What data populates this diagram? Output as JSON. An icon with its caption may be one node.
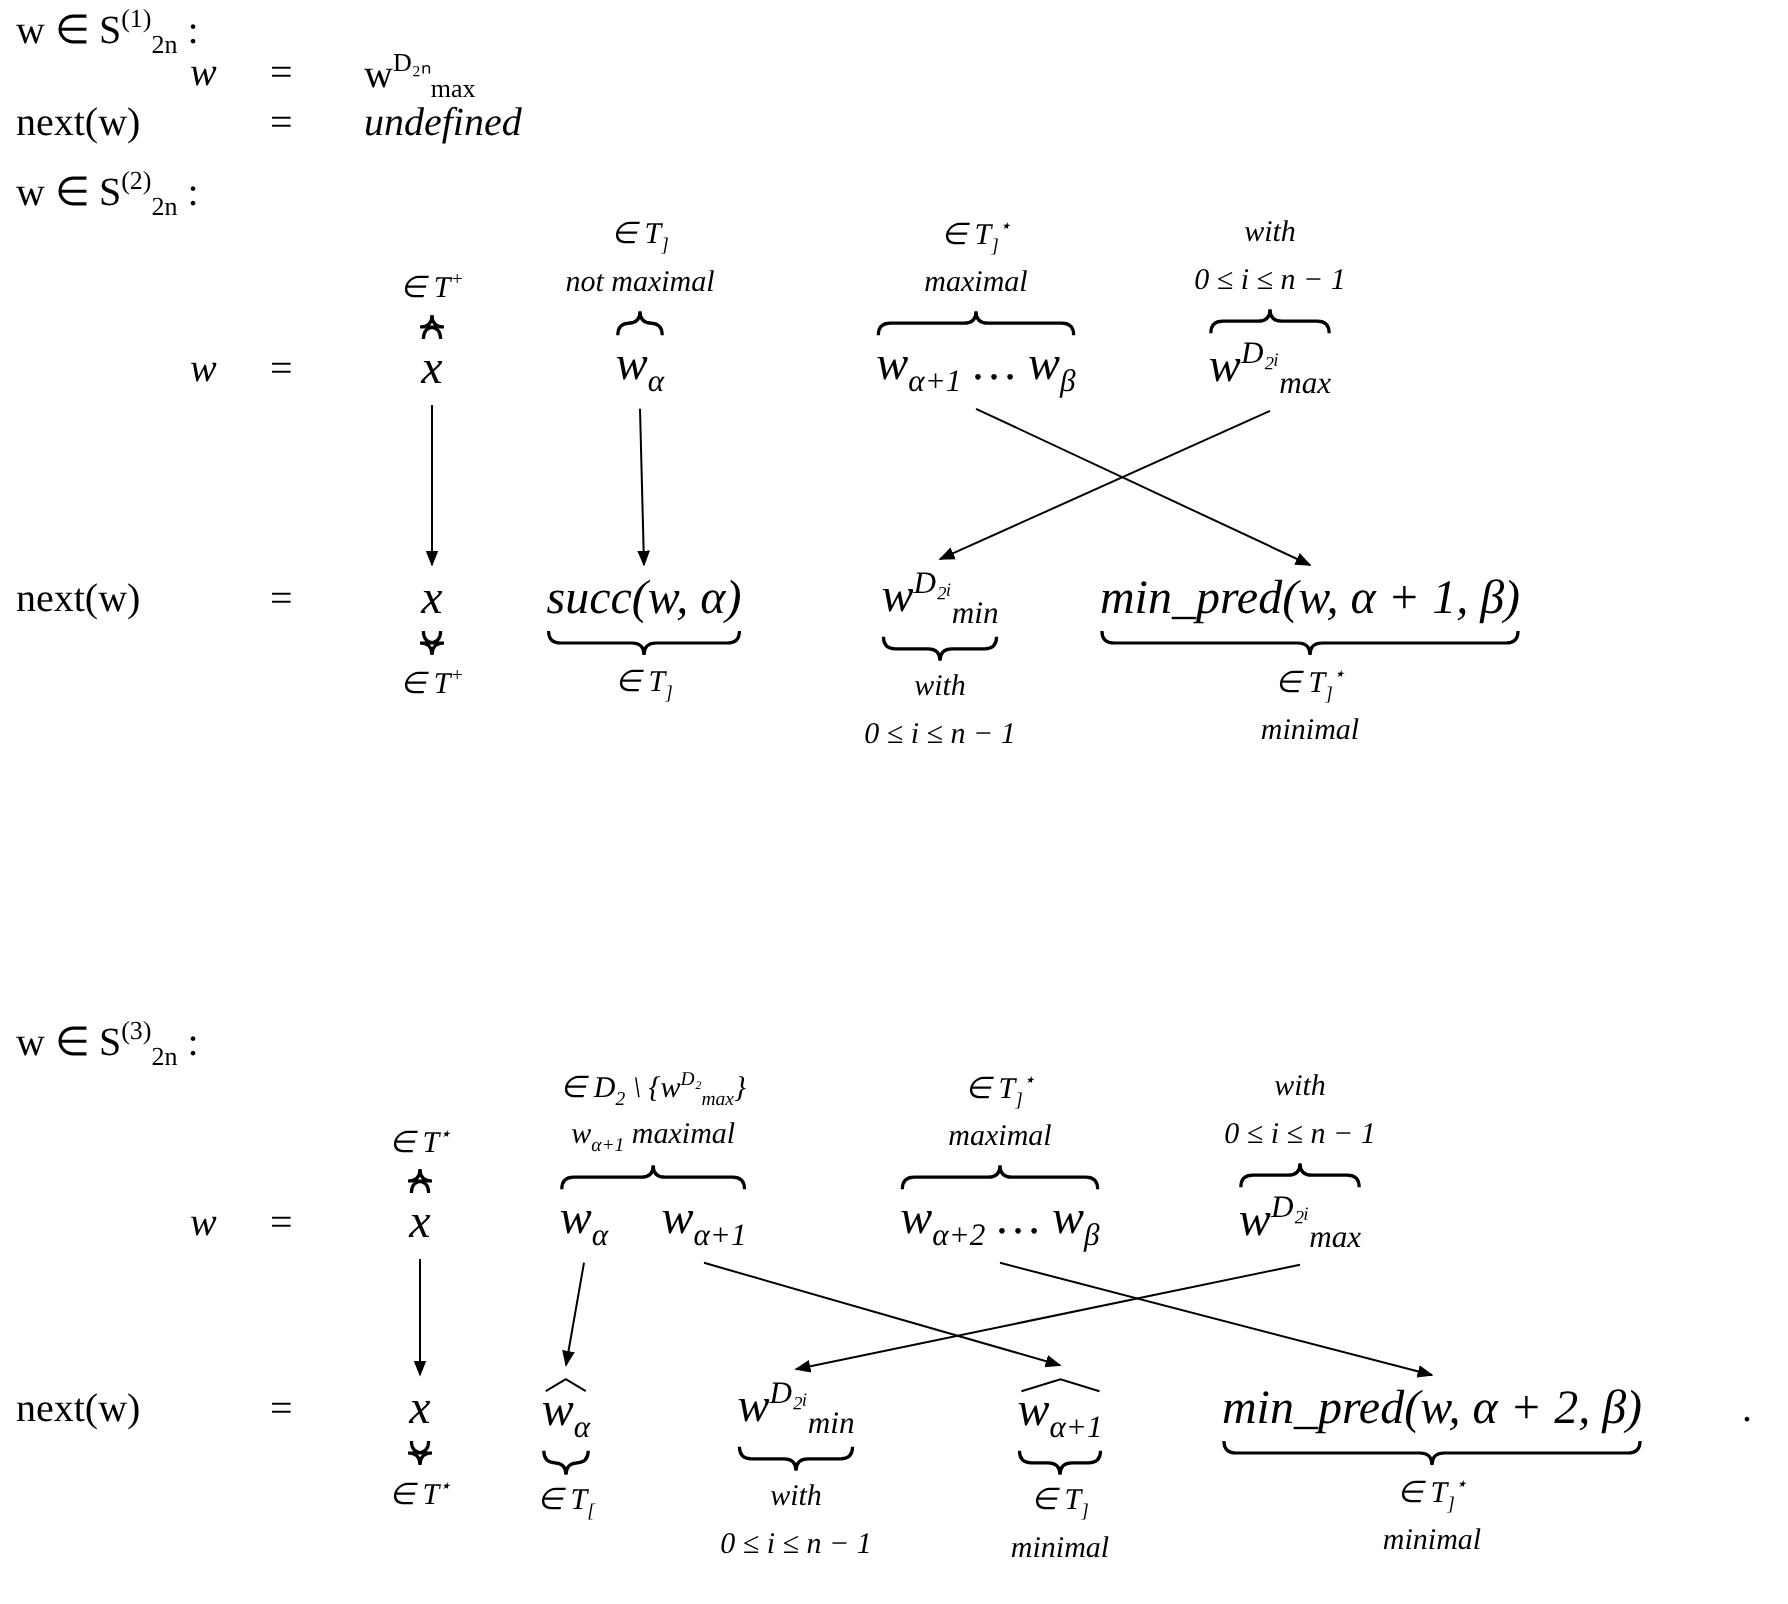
{
  "diagram": {
    "nodes": [
      {
        "text": [
          "x"
        ],
        "beside": [
          "∈ T$^{+}$"
        ]
      },
      {
        "text": [
          "w$_{α}$"
        ],
        "beside": [
          "∈ T$_{]}$",
          "not maximal"
        ]
      },
      {
        "text": [
          "w$_{α+1}$ … w$_{β}$"
        ],
        "beside": [
          "∈ T$_{]}$$^{⋆}$",
          "maximal"
        ]
      },
      {
        "text": [
          "w$^{D₂ᵢ}$$_{max}$"
        ],
        "beside": [
          "with",
          "0 ≤ i ≤ n − 1"
        ]
      },
      {
        "text": [
          "x"
        ],
        "beside": [
          "∈ T$^{+}$"
        ]
      },
      {
        "text": [
          "succ(w, α)"
        ],
        "beside": [
          "∈ T$_{]}$"
        ]
      },
      {
        "text": [
          "w$^{D₂ᵢ}$$_{min}$"
        ],
        "beside": [
          "with",
          "0 ≤ i ≤ n − 1"
        ]
      },
      {
        "text": [
          "min_pred(w, α + 1, β)"
        ],
        "beside": [
          "∈ T$_{]}$$^{⋆}$",
          "minimal"
        ]
      },
      {
        "text": [
          "x"
        ],
        "beside": [
          "∈ T$^{⋆}$"
        ]
      },
      {
        "text": [
          "w$_{α}$"
        ],
        "beside": [
          "∈ D$_{2}$ \\ {w$^{D₂}$$_{max}$}",
          "w$_{α+1}$ maximal"
        ]
      },
      {
        "text": [
          "w$_{α+1}$"
        ]
      },
      {
        "text": [
          "w$_{α+2}$ … w$_{β}$"
        ],
        "beside": [
          "∈ T$_{]}$$^{⋆}$",
          "maximal"
        ]
      },
      {
        "text": [
          "w$^{D₂ᵢ}$$_{max}$"
        ],
        "beside": [
          "with",
          "0 ≤ i ≤ n − 1"
        ]
      },
      {
        "text": [
          "x"
        ],
        "beside": [
          "∈ T$^{⋆}$"
        ]
      },
      {
        "text": [
          "w$_{α}$"
        ],
        "beside": [
          "∈ T$_{[}$"
        ]
      },
      {
        "text": [
          "w$^{D₂ᵢ}$$_{min}$"
        ],
        "beside": [
          "with",
          "0 ≤ i ≤ n − 1"
        ]
      },
      {
        "text": [
          "w$_{α+1}$"
        ],
        "beside": [
          "∈ T$_{]}$",
          "minimal"
        ]
      },
      {
        "text": [
          "min_pred(w, α + 2, β)"
        ],
        "beside": [
          "∈ T$_{]}$$^{⋆}$",
          "minimal"
        ]
      }
    ],
    "edges": [
      {
        "from": 0,
        "to": 4,
        "arrow": "to"
      },
      {
        "from": 1,
        "to": 5,
        "arrow": "to"
      },
      {
        "from": 2,
        "to": 7,
        "arrow": "to"
      },
      {
        "from": 3,
        "to": 6,
        "arrow": "to"
      },
      {
        "from": 8,
        "to": 13,
        "arrow": "to"
      },
      {
        "from": 9,
        "to": 14,
        "arrow": "to"
      },
      {
        "from": 10,
        "to": 16,
        "arrow": "to"
      },
      {
        "from": 11,
        "to": 17,
        "arrow": "to"
      },
      {
        "from": 12,
        "to": 15,
        "arrow": "to"
      }
    ],
    "labels": [
      "w ∈ S$^{(1)}$$_{2n}$ :",
      "w",
      "=",
      "w$^{D₂ₙ}$$_{max}$",
      "next(w)",
      "=",
      "undefined",
      "w ∈ S$^{(2)}$$_{2n}$ :",
      "w",
      "=",
      "next(w)",
      "=",
      "w ∈ S$^{(3)}$$_{2n}$ :",
      "w",
      "=",
      "next(w)",
      "=",
      "."
    ]
  }
}
